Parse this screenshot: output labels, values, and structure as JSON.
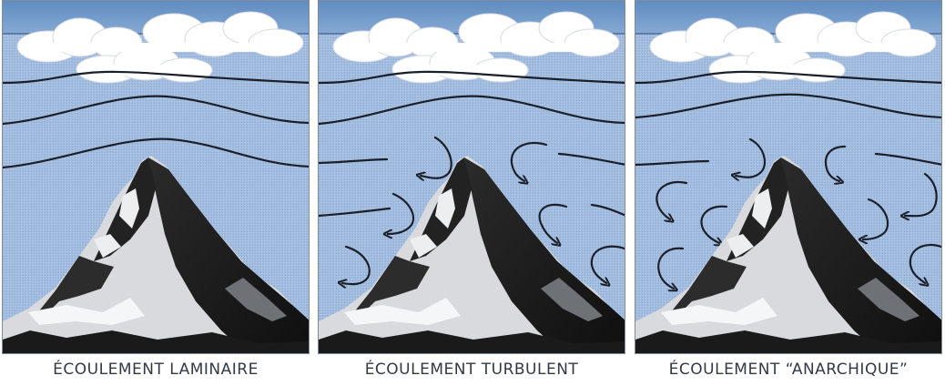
{
  "captions": {
    "laminar": "ÉCOULEMENT LAMINAIRE",
    "turbulent": "ÉCOULEMENT TURBULENT",
    "anarchic": "ÉCOULEMENT “ANARCHIQUE”"
  },
  "colors": {
    "sky": "#afc8e8",
    "sky_band": "#6f98c8",
    "flow_line": "#1a1f2a",
    "caption_text": "#333a44"
  }
}
